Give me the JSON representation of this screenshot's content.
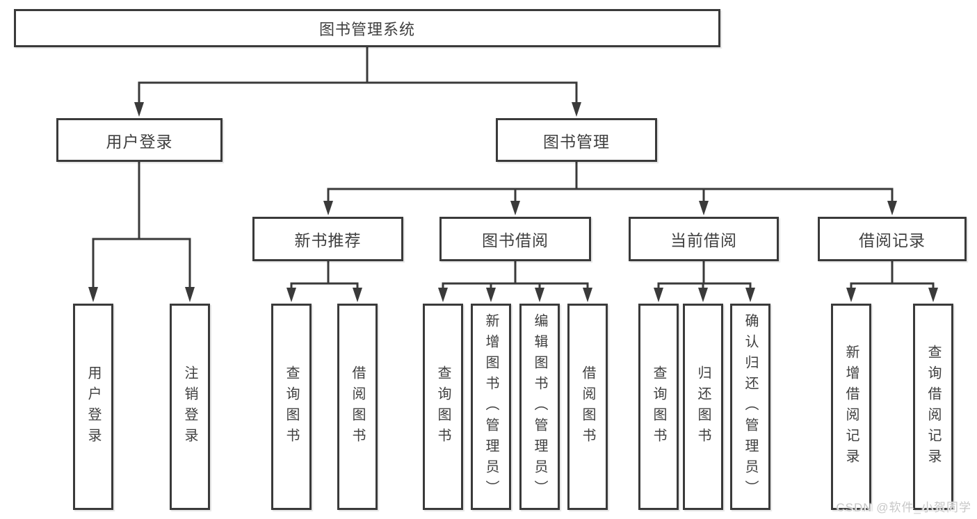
{
  "tree": {
    "root": {
      "label": "图书管理系统"
    },
    "login": {
      "label": "用户登录",
      "children": [
        {
          "label": "用户登录"
        },
        {
          "label": "注销登录"
        }
      ]
    },
    "mgmt": {
      "label": "图书管理",
      "groups": [
        {
          "label": "新书推荐",
          "children": [
            {
              "label": "查询图书"
            },
            {
              "label": "借阅图书"
            }
          ]
        },
        {
          "label": "图书借阅",
          "children": [
            {
              "label": "查询图书"
            },
            {
              "label": "新增图书（管理员）"
            },
            {
              "label": "编辑图书（管理员）"
            },
            {
              "label": "借阅图书"
            }
          ]
        },
        {
          "label": "当前借阅",
          "children": [
            {
              "label": "查询图书"
            },
            {
              "label": "归还图书"
            },
            {
              "label": "确认归还（管理员）"
            }
          ]
        },
        {
          "label": "借阅记录",
          "children": [
            {
              "label": "新增借阅记录"
            },
            {
              "label": "查询借阅记录"
            }
          ]
        }
      ]
    }
  },
  "watermark": {
    "text": "CSDN @软件_小贺同学"
  },
  "colors": {
    "line": "#3a3a3a",
    "box_border": "#3a3a3a",
    "box_fill": "#ffffff",
    "text": "#3f3f3f",
    "background": "#ffffff",
    "watermark": "#c7c7c7"
  }
}
